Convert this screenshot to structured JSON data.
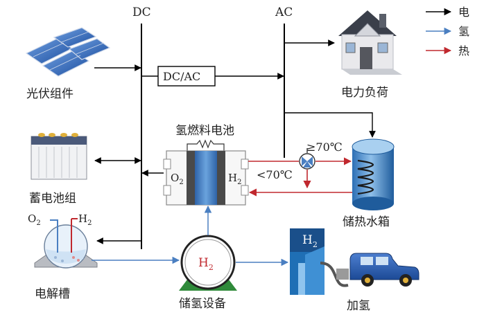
{
  "buses": {
    "dc": "DC",
    "ac": "AC"
  },
  "converter": "DC/AC",
  "legend": [
    {
      "label": "电",
      "color": "#000000"
    },
    {
      "label": "氢",
      "color": "#4a7fc1"
    },
    {
      "label": "热",
      "color": "#c0282e"
    }
  ],
  "components": {
    "pv": "光伏组件",
    "load": "电力负荷",
    "battery": "蓄电池组",
    "fuel_cell": "氢燃料电池",
    "electrolyzer": "电解槽",
    "storage": "储氢设备",
    "tank": "储热水箱",
    "refuel": "加氢"
  },
  "fuel_cell_ports": {
    "o2": "O",
    "o2_sub": "2",
    "h2": "H",
    "h2_sub": "2"
  },
  "electrolyzer_ports": {
    "o2": "O",
    "o2_sub": "2",
    "h2": "H",
    "h2_sub": "2"
  },
  "storage_label": {
    "h": "H",
    "sub": "2"
  },
  "station_label": {
    "h": "H",
    "sub": "2"
  },
  "temps": {
    "high": "≥70℃",
    "low": "<70℃"
  }
}
